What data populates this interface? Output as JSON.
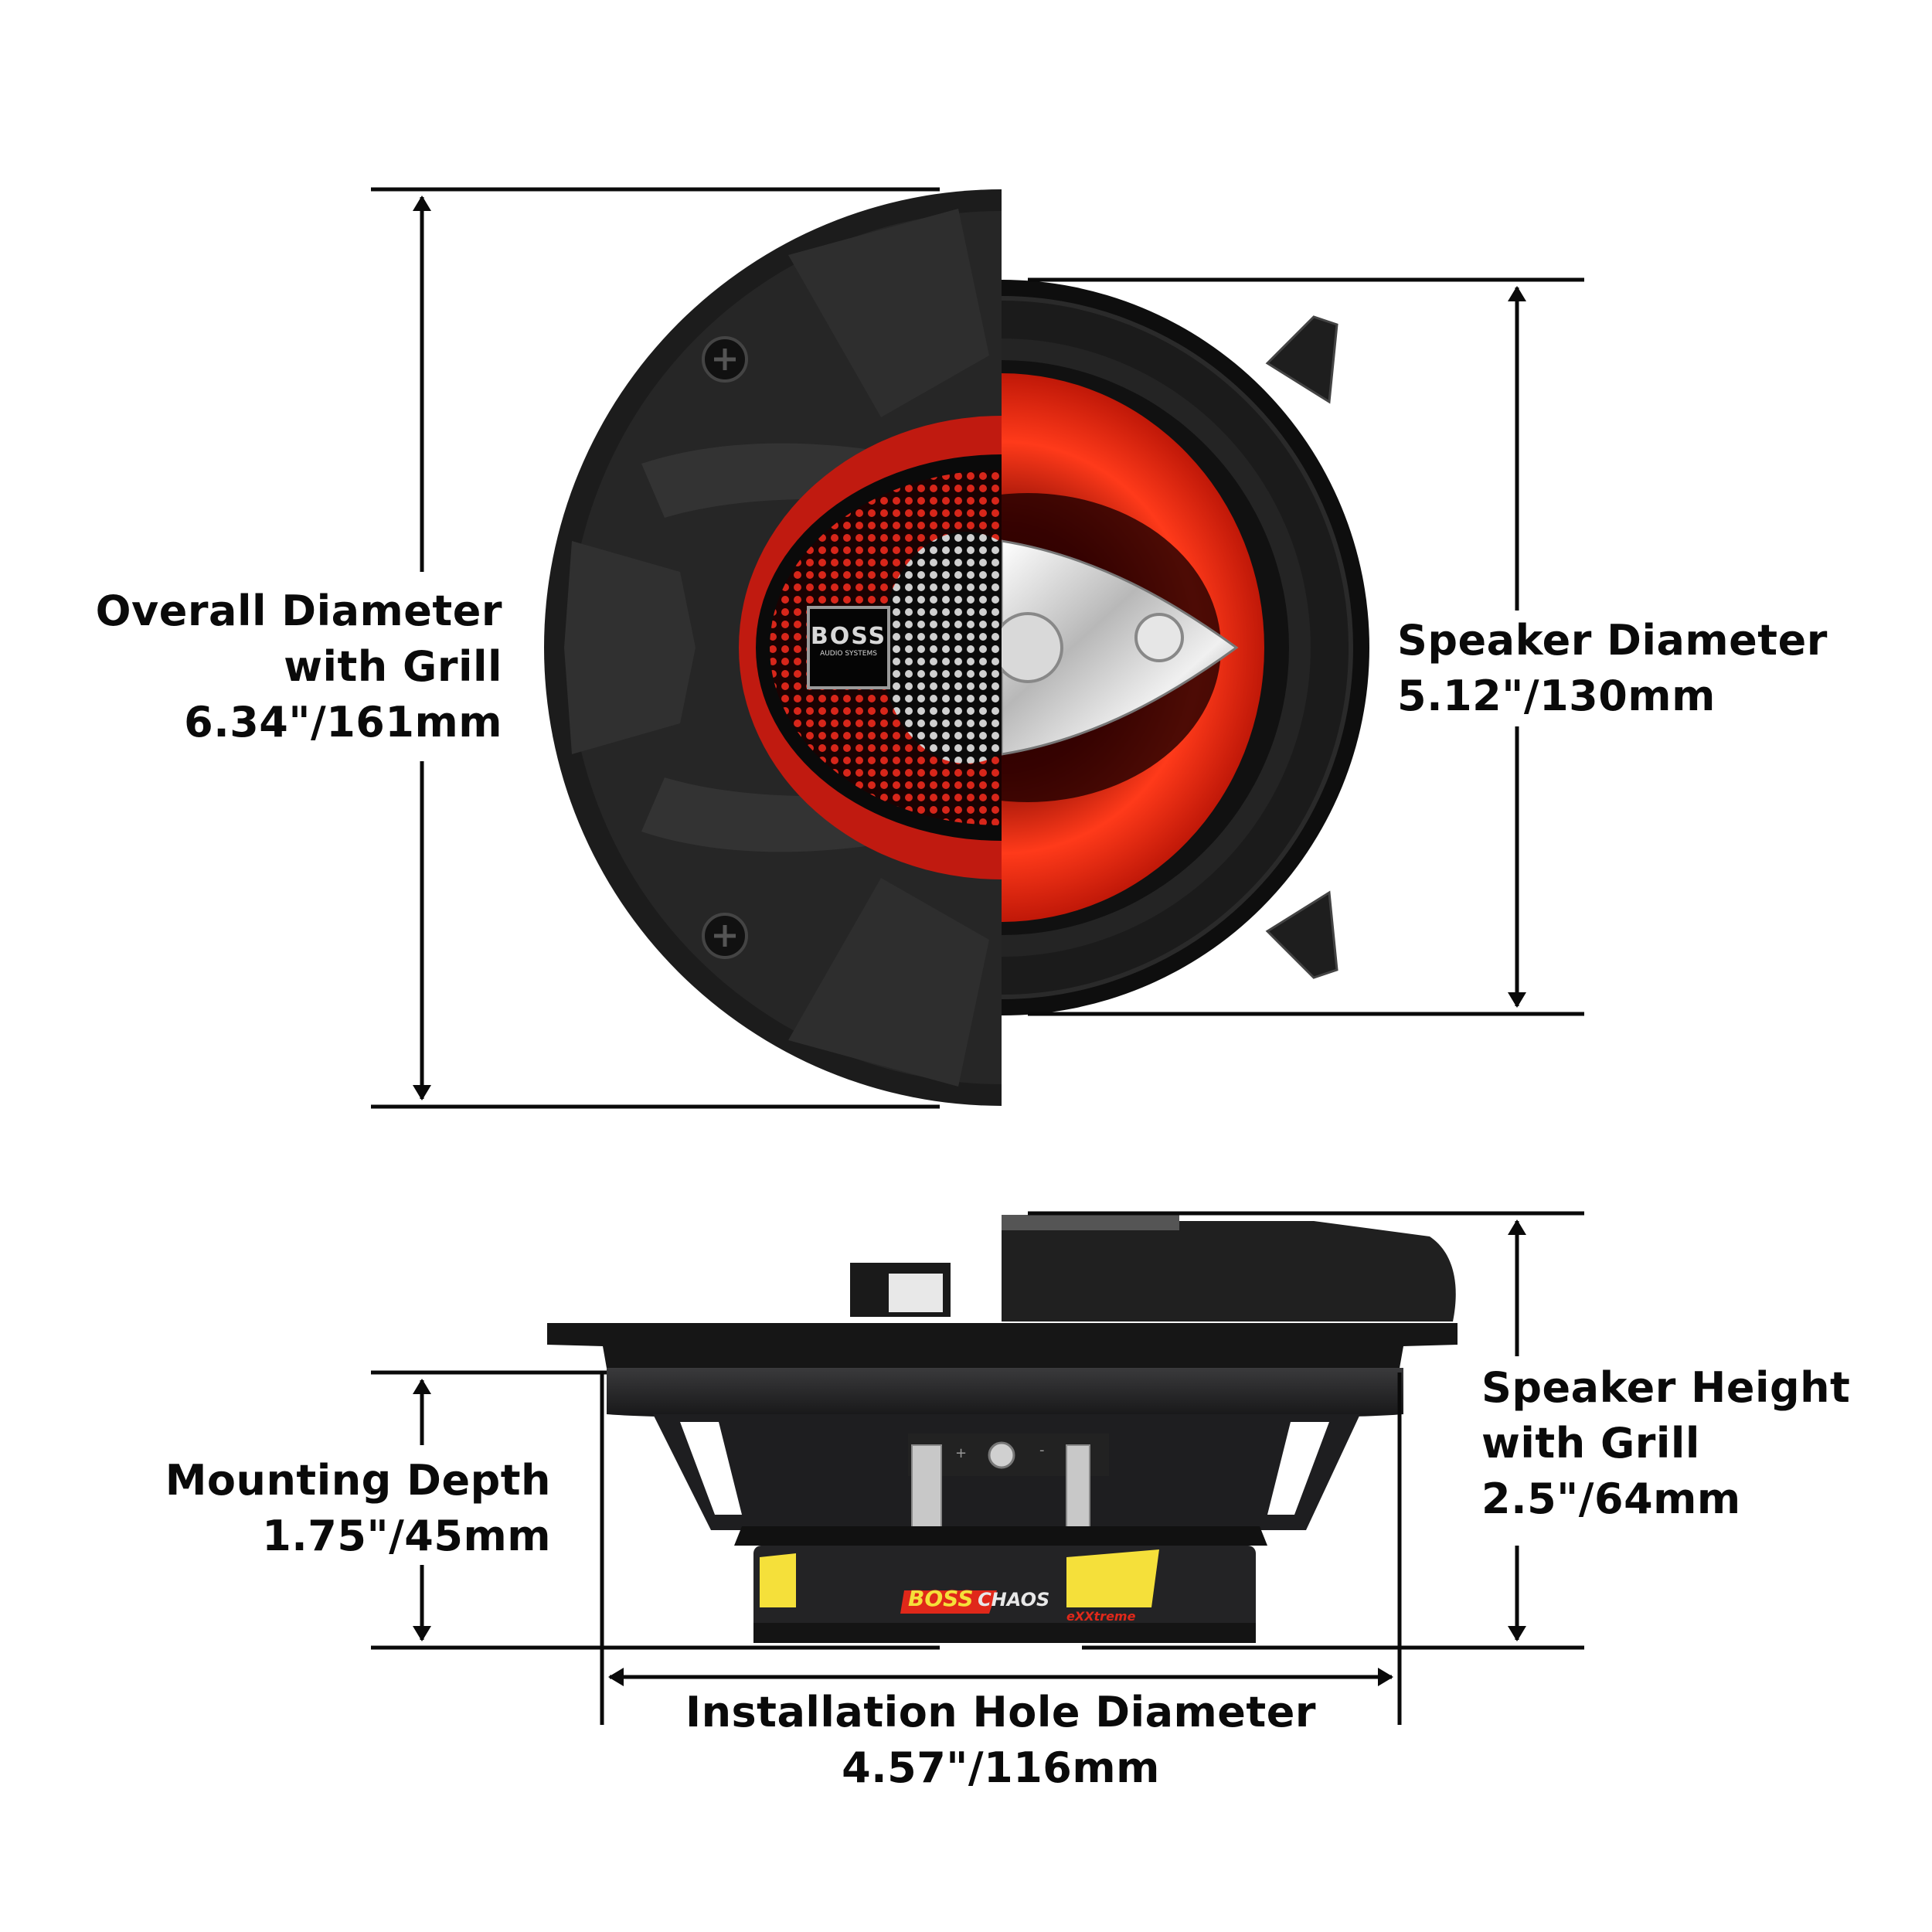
{
  "figure": {
    "type": "product dimension diagram",
    "brand_colors": {
      "line": "#0a0a0a",
      "accent_red": "#e0281a",
      "grill_black": "#1c1c1c",
      "logo_yellow": "#f5e03a"
    }
  },
  "product": {
    "front_logo": {
      "brand": "BOSS",
      "sub": "AUDIO SYSTEMS"
    },
    "side_label": {
      "brand": "BOSS",
      "series": "CHAOS",
      "tag": "eXXtreme"
    },
    "terminals": {
      "plus": "+",
      "minus": "-"
    }
  },
  "dimensions": {
    "overall_diameter": {
      "line1": "Overall Diameter",
      "line2": "with Grill",
      "value": "6.34\"/161mm"
    },
    "speaker_diameter": {
      "line1": "Speaker Diameter",
      "value": "5.12\"/130mm"
    },
    "speaker_height": {
      "line1": "Speaker Height",
      "line2": "with Grill",
      "value": "2.5\"/64mm"
    },
    "mounting_depth": {
      "line1": "Mounting Depth",
      "value": "1.75\"/45mm"
    },
    "installation_hole": {
      "line1": "Installation Hole Diameter",
      "value": "4.57\"/116mm"
    }
  }
}
